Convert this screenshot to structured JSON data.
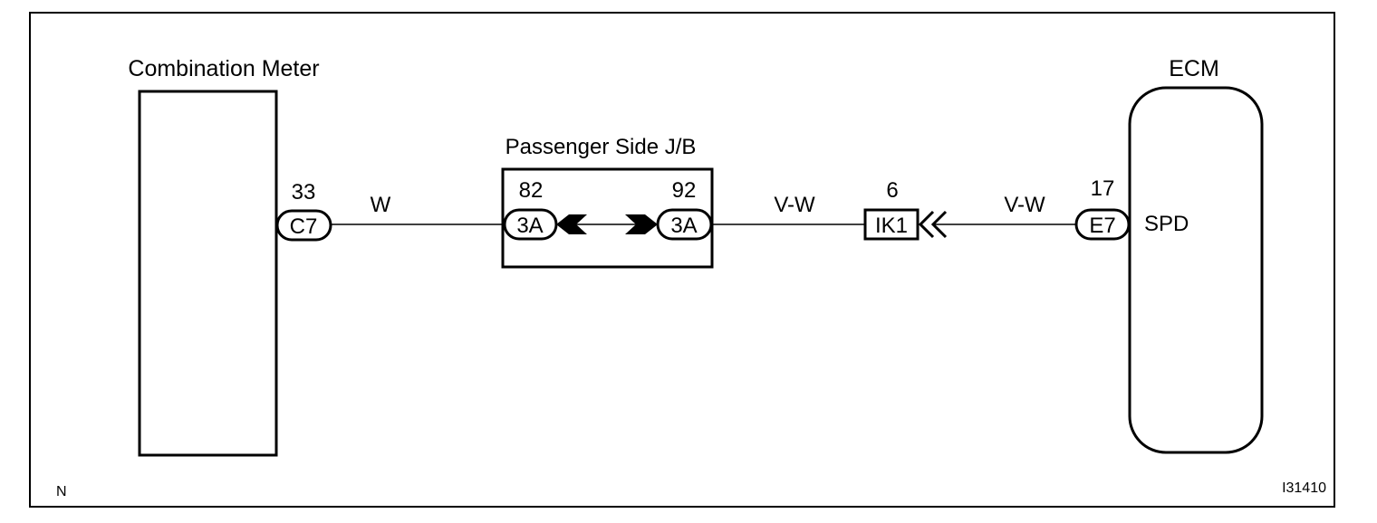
{
  "components": {
    "combination_meter": {
      "name": "Combination Meter"
    },
    "junction_block": {
      "name": "Passenger Side J/B"
    },
    "ecm": {
      "name": "ECM",
      "terminal_name": "SPD"
    }
  },
  "connectors": {
    "c7": {
      "code": "C7",
      "pin": "33"
    },
    "jb_left": {
      "code": "3A",
      "pin": "82"
    },
    "jb_right": {
      "code": "3A",
      "pin": "92"
    },
    "ik1": {
      "code": "IK1",
      "pin": "6"
    },
    "e7": {
      "code": "E7",
      "pin": "17"
    }
  },
  "wires": {
    "meter_to_jb": {
      "color": "W"
    },
    "jb_to_ik1": {
      "color": "V-W"
    },
    "ik1_to_ecm": {
      "color": "V-W"
    }
  },
  "footer": {
    "left_code": "N",
    "diagram_id": "I31410"
  }
}
